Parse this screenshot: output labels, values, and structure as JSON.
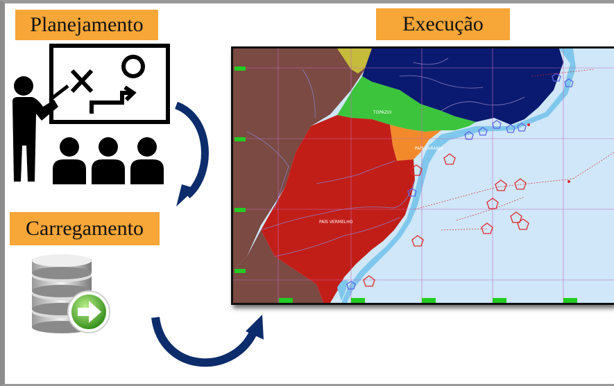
{
  "labels": {
    "planning": "Planejamento",
    "execution": "Execução",
    "loading": "Carregamento"
  },
  "map": {
    "regions": [
      "TOPÁZIO",
      "PAÍS LARANJA",
      "PAÍS VERMELHO"
    ],
    "colors": {
      "sea": "#cfe7f8",
      "coast_shallow": "#7fc7ec",
      "land_brown": "#7a4a43",
      "navy": "#0a1a70",
      "green": "#3cc43c",
      "orange": "#f28a2c",
      "red": "#c21e18",
      "olive": "#c6bb3a"
    }
  },
  "icons": [
    "presenter-board-icon",
    "audience-icon",
    "database-arrow-icon",
    "curved-arrow-icon"
  ],
  "accent": "#f7a638"
}
